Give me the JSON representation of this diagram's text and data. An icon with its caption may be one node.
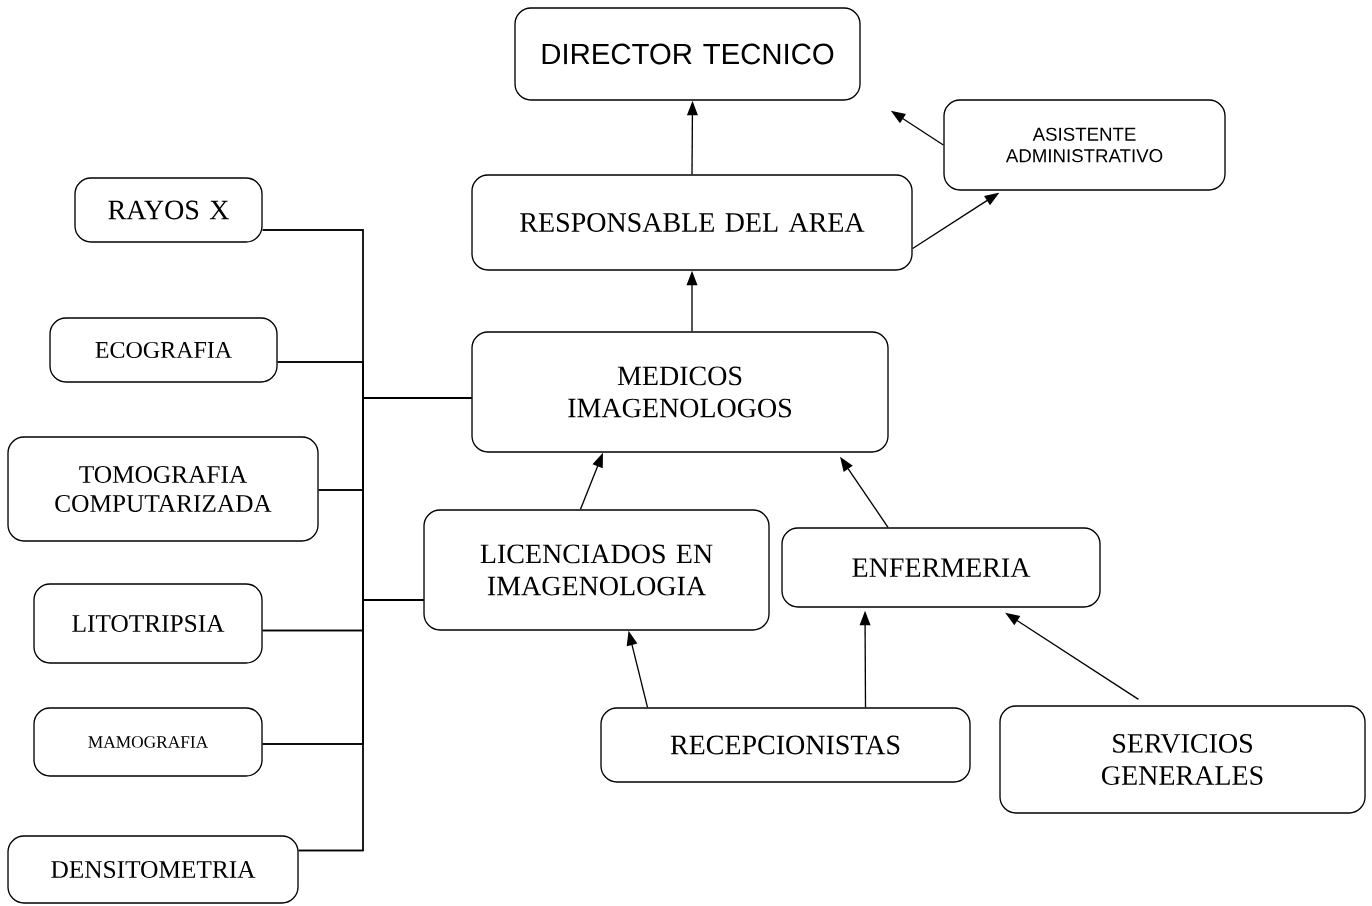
{
  "diagram": {
    "nodes": [
      {
        "text": [
          "DIRECTOR TECNICO"
        ]
      },
      {
        "text": [
          "ASISTENTE ADMINISTRATIVO"
        ]
      },
      {
        "text": [
          "RESPONSABLE DEL AREA"
        ]
      },
      {
        "text": [
          "RAYOS X"
        ]
      },
      {
        "text": [
          "ECOGRAFIA"
        ]
      },
      {
        "text": [
          "MEDICOS IMAGENOLOGOS"
        ]
      },
      {
        "text": [
          "TOMOGRAFIA COMPUTARIZADA"
        ]
      },
      {
        "text": [
          "LICENCIADOS EN IMAGENOLOGIA"
        ]
      },
      {
        "text": [
          "ENFERMERIA"
        ]
      },
      {
        "text": [
          "LITOTRIPSIA"
        ]
      },
      {
        "text": [
          "MAMOGRAFIA"
        ]
      },
      {
        "text": [
          "RECEPCIONISTAS"
        ]
      },
      {
        "text": [
          "SERVICIOS GENERALES"
        ]
      },
      {
        "text": [
          "DENSITOMETRIA"
        ]
      }
    ],
    "edges": [
      {
        "from": 2,
        "to": 0,
        "arrow": "to"
      },
      {
        "from": 1,
        "to": 0,
        "arrow": "to"
      },
      {
        "from": 2,
        "to": 1,
        "arrow": "to"
      },
      {
        "from": 5,
        "to": 2,
        "arrow": "to"
      },
      {
        "from": 7,
        "to": 5,
        "arrow": "to"
      },
      {
        "from": 8,
        "to": 5,
        "arrow": "to"
      },
      {
        "from": 11,
        "to": 7,
        "arrow": "to"
      },
      {
        "from": 11,
        "to": 8,
        "arrow": "to"
      },
      {
        "from": 12,
        "to": 8,
        "arrow": "to"
      },
      {
        "from": 3,
        "to": 5,
        "arrow": "none"
      },
      {
        "from": 4,
        "to": 5,
        "arrow": "none"
      },
      {
        "from": 6,
        "to": 5,
        "arrow": "none"
      },
      {
        "from": 9,
        "to": 5,
        "arrow": "none"
      },
      {
        "from": 10,
        "to": 5,
        "arrow": "none"
      },
      {
        "from": 13,
        "to": 5,
        "arrow": "none"
      },
      {
        "from": 3,
        "to": 7,
        "arrow": "none"
      },
      {
        "from": 4,
        "to": 7,
        "arrow": "none"
      },
      {
        "from": 6,
        "to": 7,
        "arrow": "none"
      },
      {
        "from": 9,
        "to": 7,
        "arrow": "none"
      },
      {
        "from": 10,
        "to": 7,
        "arrow": "none"
      },
      {
        "from": 13,
        "to": 7,
        "arrow": "none"
      }
    ]
  }
}
